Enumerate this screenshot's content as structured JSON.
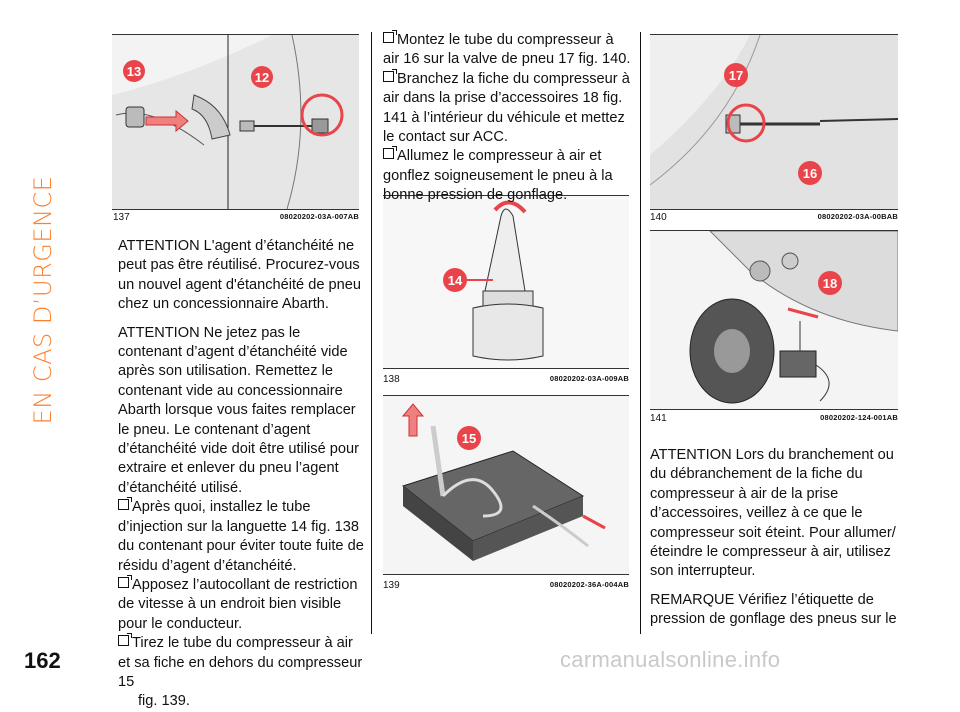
{
  "section_title": "EN CAS D’URGENCE",
  "page_number": "162",
  "figures": {
    "f137": {
      "num": "137",
      "code": "08020202-03A-007AB",
      "labels": [
        "13",
        "12"
      ]
    },
    "f138": {
      "num": "138",
      "code": "08020202-03A-009AB",
      "labels": [
        "14"
      ]
    },
    "f139": {
      "num": "139",
      "code": "08020202-36A-004AB",
      "labels": [
        "15"
      ]
    },
    "f140": {
      "num": "140",
      "code": "08020202-03A-00BAB",
      "labels": [
        "17",
        "16"
      ]
    },
    "f141": {
      "num": "141",
      "code": "08020202-124-001AB",
      "labels": [
        "18"
      ]
    }
  },
  "col1": {
    "p1": "ATTENTION L'agent d’étanchéité ne peut pas être réutilisé. Procurez-vous un nouvel agent d'étanchéité de pneu chez un concessionnaire Abarth.",
    "p2": "ATTENTION Ne jetez pas le contenant d’agent d’étanchéité vide après son utilisation. Remettez le contenant vide au concessionnaire Abarth lorsque vous faites remplacer le pneu. Le contenant d’agent d’étanchéité vide doit être utilisé pour extraire et enlever du pneu l’agent d’étanchéité utilisé.",
    "b1": "Après quoi, installez le tube d’injection sur la languette 14 fig. 138 du contenant pour éviter toute fuite de résidu d’agent d’étanchéité.",
    "b2": "Apposez l’autocollant de restriction de vitesse à un endroit bien visible pour le conducteur.",
    "b3": "Tirez le tube du compresseur à air et sa fiche en dehors du compresseur 15",
    "b3_end": "fig. 139."
  },
  "col2": {
    "b1": "Montez le tube du compresseur à air 16 sur la valve de pneu 17 fig. 140.",
    "b2": "Branchez la fiche du compresseur à air dans la prise d’accessoires 18 fig. 141 à l’intérieur du véhicule et mettez le contact sur ACC.",
    "b3": "Allumez le compresseur à air et gonflez soigneusement le pneu à la bonne pression de gonflage."
  },
  "col3": {
    "p1": "ATTENTION Lors du branchement ou du débranchement de la fiche du compresseur à air de la prise d’accessoires, veillez à ce que le compresseur soit éteint. Pour allumer/éteindre le compresseur à air, utilisez son interrupteur.",
    "p2": "REMARQUE Vérifiez l’étiquette de pression de gonflage des pneus sur le"
  },
  "footer": "carmanualsonline.info",
  "colors": {
    "accent": "#ff7f2a",
    "callout": "#e8444a"
  }
}
